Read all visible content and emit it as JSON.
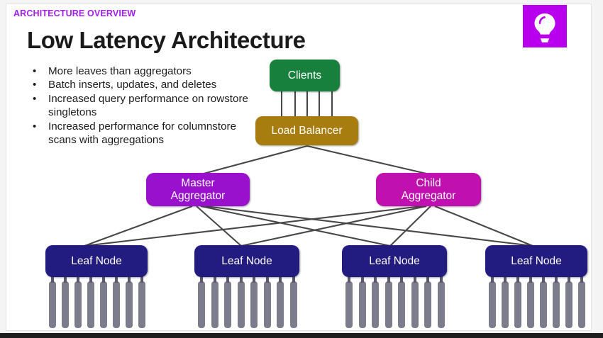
{
  "slide": {
    "eyebrow": "ARCHITECTURE OVERVIEW",
    "title": "Low Latency Architecture",
    "bullets": [
      "More leaves than aggregators",
      "Batch inserts, updates, and deletes",
      "Increased query performance on rowstore singletons",
      "Increased performance for columnstore scans with aggregations"
    ],
    "bullet_marker": "•",
    "badge_icon": "lightbulb-icon"
  },
  "colors": {
    "eyebrow": "#a020e8",
    "badge_background": "#b800ef",
    "clients": "#17803d",
    "load_balancer": "#a87d10",
    "master_aggregator": "#9911cc",
    "child_aggregator": "#c010b0",
    "leaf_node": "#221b80",
    "disk": "#7c7c8c",
    "edge": "#474747",
    "slide_background": "#ffffff"
  },
  "diagram": {
    "nodes": {
      "clients": "Clients",
      "load_balancer": "Load Balancer",
      "master_aggregator_line1": "Master",
      "master_aggregator_line2": "Aggregator",
      "child_aggregator_line1": "Child",
      "child_aggregator_line2": "Aggregator",
      "leaf_1": "Leaf Node",
      "leaf_2": "Leaf Node",
      "leaf_3": "Leaf Node",
      "leaf_4": "Leaf Node"
    },
    "client_connector_count": 5,
    "disks_per_leaf": 8,
    "edges": [
      {
        "from": "load_balancer",
        "to": "master_aggregator"
      },
      {
        "from": "load_balancer",
        "to": "child_aggregator"
      },
      {
        "from": "master_aggregator",
        "to": "leaf_1"
      },
      {
        "from": "master_aggregator",
        "to": "leaf_2"
      },
      {
        "from": "master_aggregator",
        "to": "leaf_3"
      },
      {
        "from": "master_aggregator",
        "to": "leaf_4"
      },
      {
        "from": "child_aggregator",
        "to": "leaf_1"
      },
      {
        "from": "child_aggregator",
        "to": "leaf_2"
      },
      {
        "from": "child_aggregator",
        "to": "leaf_3"
      },
      {
        "from": "child_aggregator",
        "to": "leaf_4"
      }
    ]
  }
}
